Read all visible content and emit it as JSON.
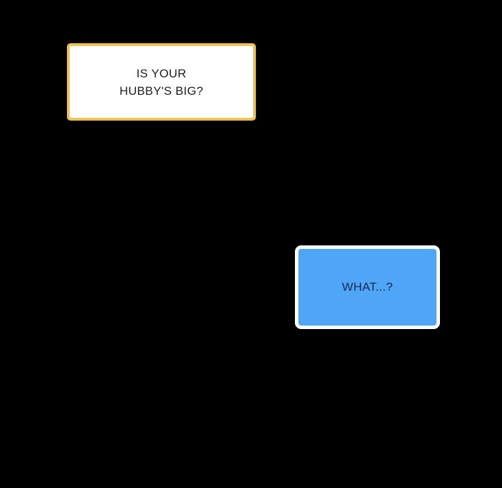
{
  "page": {
    "kind": "comic-panel",
    "background_color": "#000000"
  },
  "speech_boxes": {
    "question": {
      "line1": "IS YOUR",
      "line2": "HUBBY'S BIG?",
      "background_color": "#FFFFFF",
      "border_color": "#F0C14F",
      "text_color": "#1D1D1D"
    },
    "reply": {
      "text": "WHAT...?",
      "background_color": "#4FA5F6",
      "border_color": "#FFFFFF",
      "text_color": "#1B2A4E"
    }
  }
}
